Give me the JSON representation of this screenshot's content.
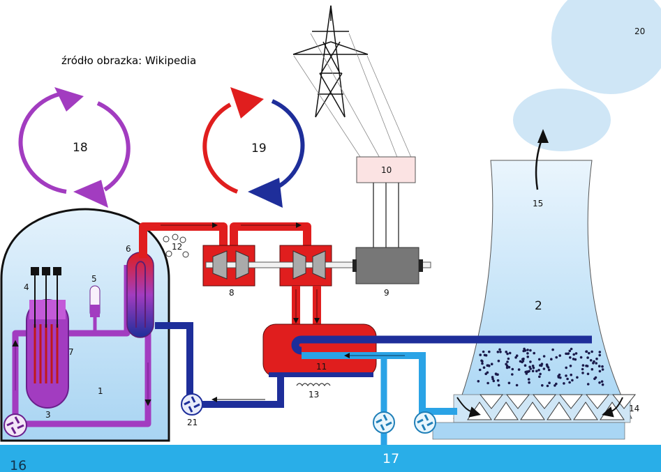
{
  "caption": "źródło obrazka: Wikipedia",
  "labels": {
    "reactor_vessel": "1",
    "cooling_tower": "2",
    "reactor_core": "3",
    "control_rods": "4",
    "pressurizer": "5",
    "steam_generator": "6",
    "fuel": "7",
    "turbine": "8",
    "generator": "9",
    "transformer": "10",
    "condenser": "11",
    "steam": "12",
    "condensate": "13",
    "air": "14",
    "moist_air": "15",
    "containment": "16",
    "river": "17",
    "primary_cycle": "18",
    "secondary_cycle": "19",
    "vapor_cloud": "20",
    "pump": "21"
  },
  "colors": {
    "primary_loop": "#a23cc0",
    "hot_steam": "#e01e1e",
    "cold_return": "#1e2e9a",
    "cooling_water": "#2aa3e6",
    "building": "#c9e6f8",
    "river": "#29aee8",
    "cloud": "#cfe6f6"
  }
}
